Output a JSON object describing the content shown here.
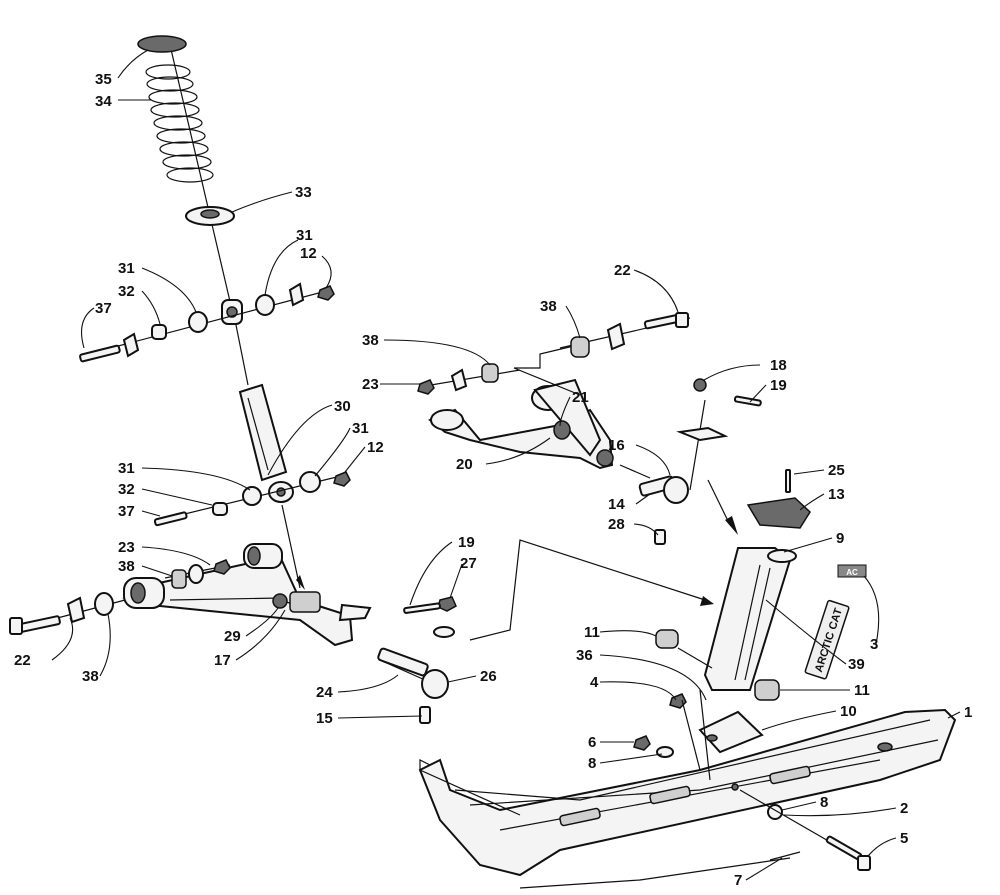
{
  "diagram": {
    "callouts": [
      "1",
      "2",
      "3",
      "4",
      "5",
      "6",
      "7",
      "8",
      "8",
      "9",
      "10",
      "11",
      "11",
      "12",
      "12",
      "13",
      "14",
      "15",
      "16",
      "17",
      "18",
      "19",
      "19",
      "20",
      "21",
      "22",
      "22",
      "23",
      "23",
      "24",
      "25",
      "26",
      "27",
      "28",
      "29",
      "30",
      "31",
      "31",
      "31",
      "31",
      "32",
      "32",
      "33",
      "34",
      "35",
      "36",
      "37",
      "37",
      "38",
      "38",
      "38",
      "38",
      "39"
    ],
    "decal_text": [
      "ARCTIC CAT",
      "AC"
    ]
  }
}
